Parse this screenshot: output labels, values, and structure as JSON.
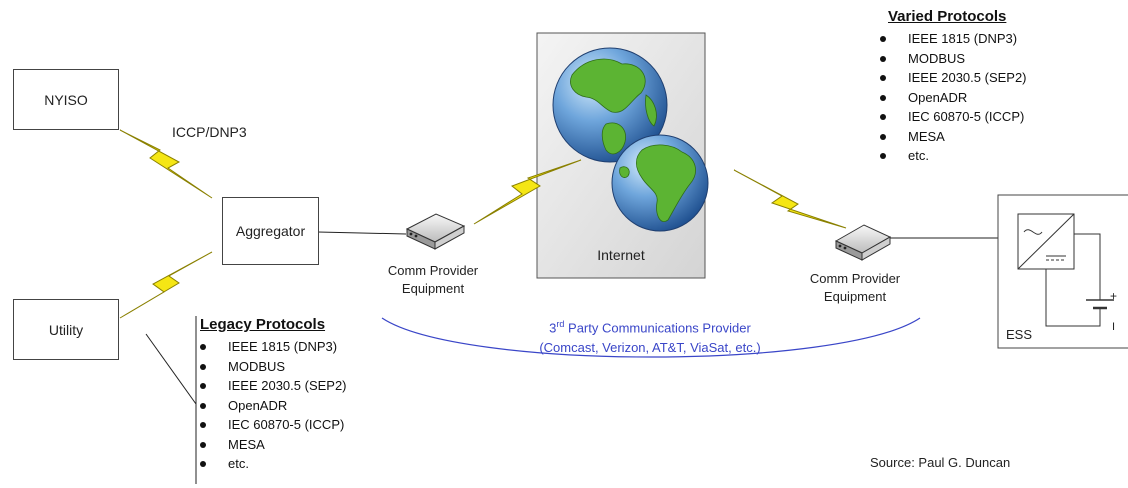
{
  "nodes": {
    "nyiso": "NYISO",
    "utility": "Utility",
    "aggregator": "Aggregator",
    "internet": "Internet",
    "ess": "ESS"
  },
  "link_label": "ICCP/DNP3",
  "comm_left": {
    "line1": "Comm Provider",
    "line2": "Equipment"
  },
  "comm_right": {
    "line1": "Comm Provider",
    "line2": "Equipment"
  },
  "provider": {
    "prefix": "3",
    "superscript": "rd",
    "line1_rest": " Party Communications Provider",
    "line2": "(Comcast, Verizon, AT&T, ViaSat, etc.)"
  },
  "varied_protocols": {
    "title": "Varied Protocols",
    "items": [
      "IEEE 1815 (DNP3)",
      "MODBUS",
      "IEEE 2030.5 (SEP2)",
      "OpenADR",
      "IEC 60870-5 (ICCP)",
      "MESA",
      "etc."
    ]
  },
  "legacy_protocols": {
    "title": "Legacy Protocols",
    "items": [
      "IEEE 1815 (DNP3)",
      "MODBUS",
      "IEEE 2030.5 (SEP2)",
      "OpenADR",
      "IEC 60870-5 (ICCP)",
      "MESA",
      "etc."
    ]
  },
  "battery_signs": {
    "plus": "+",
    "minus": "I"
  },
  "source": "Source: Paul G. Duncan",
  "colors": {
    "lightning_fill": "#f5e614",
    "lightning_stroke": "#8a8000",
    "provider_arc": "#3a46c8",
    "ocean": "#3f7fc6",
    "land": "#58b030",
    "internet_bg": "#e6e6e6"
  }
}
